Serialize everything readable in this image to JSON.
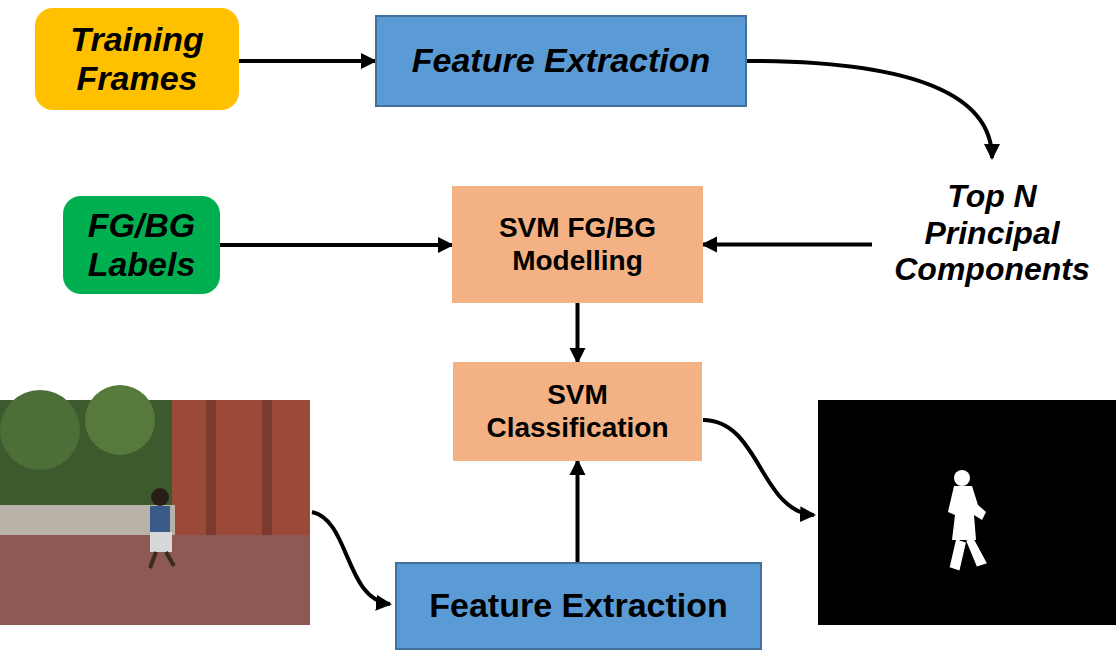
{
  "diagram": {
    "nodes": [
      {
        "text": [
          "Training Frames"
        ]
      },
      {
        "text": [
          "Feature Extraction"
        ]
      },
      {
        "text": [
          "FG/BG Labels"
        ]
      },
      {
        "text": [
          "SVM FG/BG Modelling"
        ]
      },
      {
        "text": [
          "Top N Principal Components"
        ]
      },
      {
        "text": [
          "SVM Classification"
        ]
      },
      {
        "text": [
          "Feature Extraction"
        ]
      }
    ],
    "edges": [
      {
        "from": 0,
        "to": 1,
        "arrow": "to"
      },
      {
        "from": 1,
        "to": 4,
        "arrow": "to"
      },
      {
        "from": 2,
        "to": 3,
        "arrow": "to"
      },
      {
        "from": 4,
        "to": 3,
        "arrow": "to"
      },
      {
        "from": 3,
        "to": 5,
        "arrow": "to"
      },
      {
        "from": 6,
        "to": 5,
        "arrow": "to"
      }
    ]
  }
}
